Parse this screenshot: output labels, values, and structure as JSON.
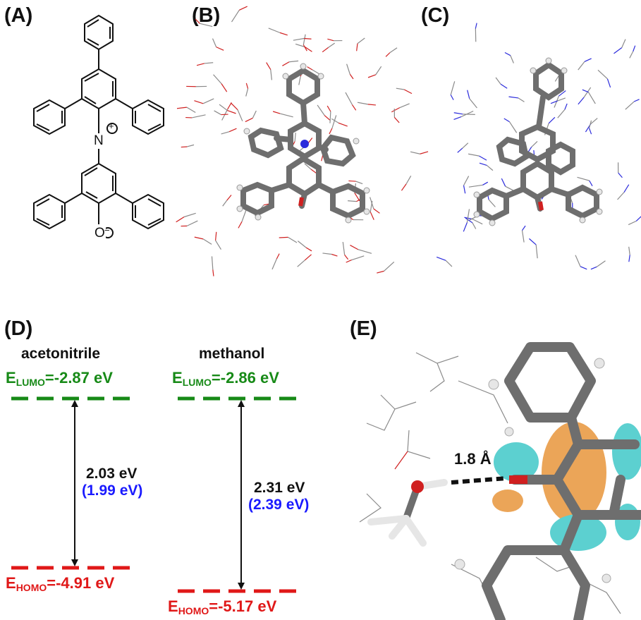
{
  "panels": {
    "a": {
      "letter": "(A)",
      "atom_n": "N",
      "charge_plus": "+",
      "atom_o": "O",
      "charge_minus": "−"
    },
    "b": {
      "letter": "(B)"
    },
    "c": {
      "letter": "(C)"
    },
    "d": {
      "letter": "(D)",
      "acetonitrile": {
        "solvent": "acetonitrile",
        "lumo_label": "E",
        "lumo_sub": "LUMO",
        "lumo_value": "=-2.87 eV",
        "homo_label": "E",
        "homo_sub": "HOMO",
        "homo_value": "=-4.91 eV",
        "gap_calc": "2.03 eV",
        "gap_exp": "(1.99 eV)"
      },
      "methanol": {
        "solvent": "methanol",
        "lumo_label": "E",
        "lumo_sub": "LUMO",
        "lumo_value": "=-2.86 eV",
        "homo_label": "E",
        "homo_sub": "HOMO",
        "homo_value": "=-5.17 eV",
        "gap_calc": "2.31 eV",
        "gap_exp": "(2.39 eV)"
      }
    },
    "e": {
      "letter": "(E)",
      "hbond_distance": "1.8 Å"
    }
  },
  "colors": {
    "lumo": "#178a17",
    "homo": "#e01818",
    "experimental": "#1a1aff",
    "tube": "#6e6e6e",
    "nitrogen": "#2b2bdc",
    "oxygen": "#d02020",
    "orbital_positive": "#e8963c",
    "orbital_negative": "#40c8c8"
  }
}
